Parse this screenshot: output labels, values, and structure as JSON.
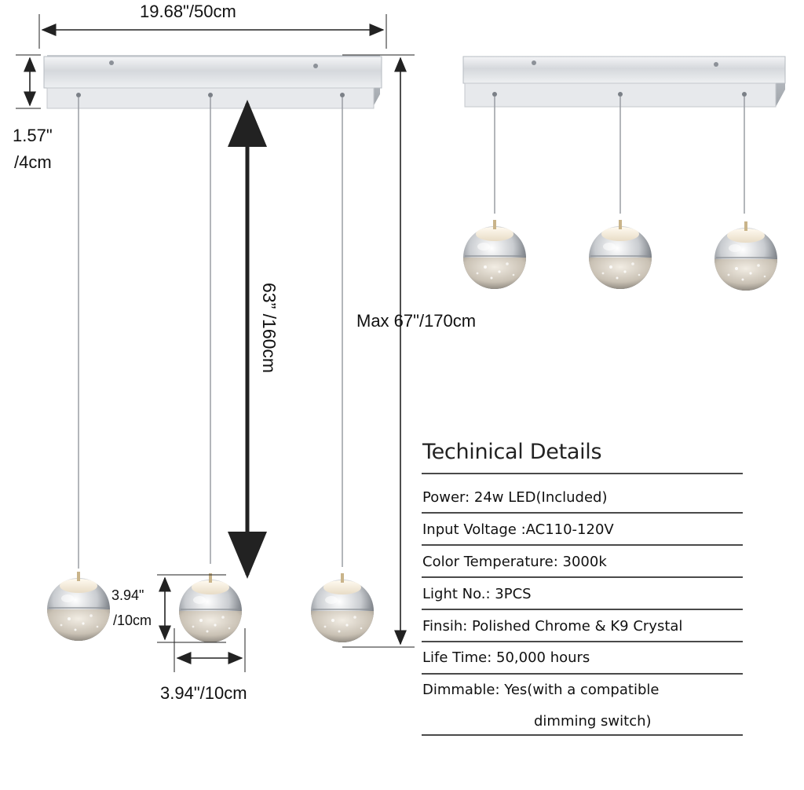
{
  "dimensions": {
    "width_label": "19.68\"/50cm",
    "height_label_line1": "1.57\"",
    "height_label_line2": "/4cm",
    "cord_label": "63” /160cm",
    "max_label": "Max 67\"/170cm",
    "ball_height_line1": "3.94\"",
    "ball_height_line2": "/10cm",
    "ball_width_label": "3.94\"/10cm"
  },
  "specs": {
    "title": "Techinical Details",
    "rows": [
      "Power: 24w LED(Included)",
      "Input Voltage :AC110-120V",
      "Color Temperature: 3000k",
      "Light No.: 3PCS",
      "Finsih: Polished Chrome & K9 Crystal",
      "Life Time: 50,000 hours",
      "Dimmable: Yes(with a compatible"
    ],
    "continuation": "dimming switch)"
  },
  "colors": {
    "chrome": "#d9dce0",
    "chrome_dark": "#8f949a",
    "line": "#222222",
    "rule": "#4a4a4a"
  }
}
